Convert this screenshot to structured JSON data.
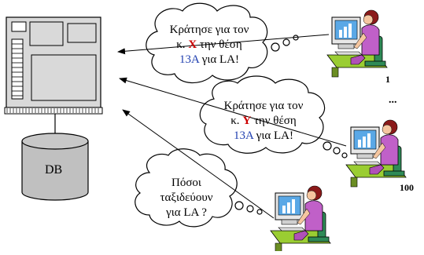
{
  "database": {
    "label": "DB"
  },
  "requests": [
    {
      "line1": "Κράτησε για τον",
      "prefix": "κ. ",
      "name": "X",
      "suffix": " την θέση",
      "seat": "13A",
      "dest": " για LA!"
    },
    {
      "line1": "Κράτησε για τον",
      "prefix": "κ. ",
      "name": "Y",
      "suffix": " την θέση",
      "seat": "13A",
      "dest": " για LA!"
    },
    {
      "line1": "Πόσοι",
      "line2": "ταξιδεύουν",
      "line3": "για LA ?"
    }
  ],
  "users": {
    "first": "1",
    "middle": "...",
    "last": "100"
  },
  "colors": {
    "server_fill": "#d9d9d9",
    "db_fill": "#c0c0c0",
    "highlight_red": "#cc0000",
    "highlight_blue": "#1f3fb0"
  }
}
